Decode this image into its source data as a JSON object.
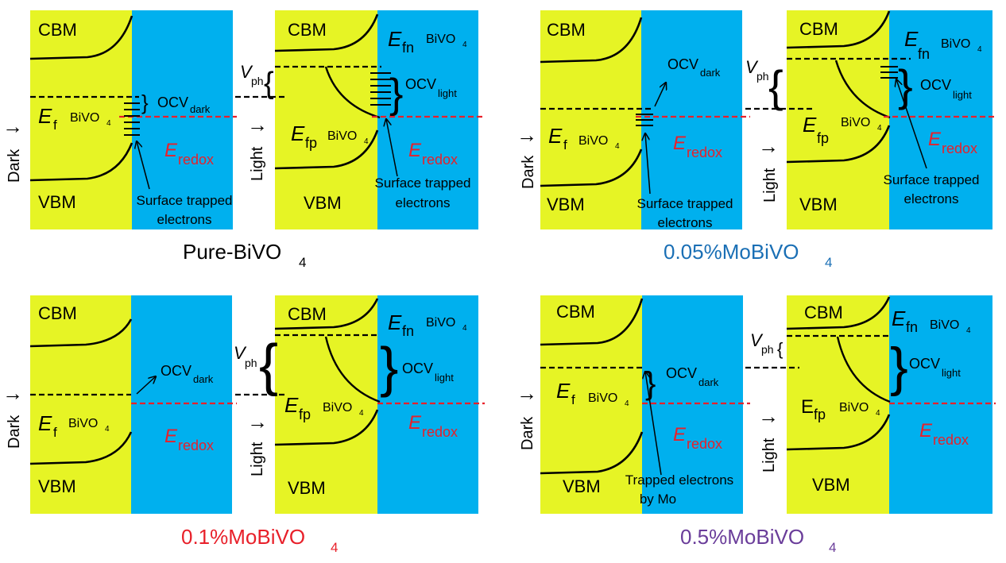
{
  "colors": {
    "semiconductor": "#e6f425",
    "electrolyte": "#00b0ee",
    "band": "#000000",
    "redox_line": "#e8202a",
    "title_pure": "#000000",
    "title_005": "#1a6fb5",
    "title_01": "#e8202a",
    "title_05": "#6a3d9a"
  },
  "labels": {
    "cbm": "CBM",
    "vbm": "VBM",
    "dark": "Dark",
    "light": "Light",
    "e": "E",
    "f_sub": "f",
    "fn_sub": "fn",
    "fp_sub": "fp",
    "redox_sub": "redox",
    "bivo": "BiVO",
    "four": "4",
    "ocv": "OCV",
    "dark_sub": "dark",
    "light_sub": "light",
    "v": "V",
    "ph_sub": "ph",
    "surface_trapped_1": "Surface trapped",
    "surface_trapped_2": "electrons",
    "trapped_mo_1": "Trapped electrons",
    "trapped_mo_2": "by Mo",
    "arrow": "→"
  },
  "panels": [
    {
      "title": "Pure-BiVO",
      "title_sub": "4",
      "title_color": "#000000"
    },
    {
      "title": "0.05%MoBiVO",
      "title_sub": "4",
      "title_color": "#1a6fb5"
    },
    {
      "title": "0.1%MoBiVO",
      "title_sub": "4",
      "title_color": "#e8202a"
    },
    {
      "title": "0.5%MoBiVO",
      "title_sub": "4",
      "title_color": "#6a3d9a"
    }
  ]
}
